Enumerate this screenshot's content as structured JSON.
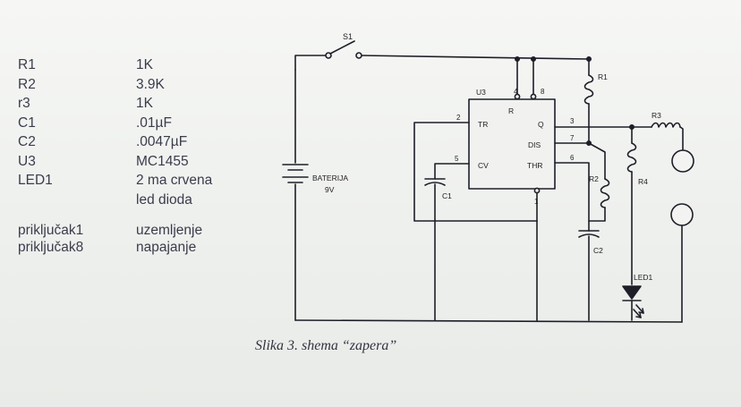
{
  "parts": [
    {
      "ref": "R1",
      "value": "1K"
    },
    {
      "ref": "R2",
      "value": "3.9K"
    },
    {
      "ref": "r3",
      "value": "1K"
    },
    {
      "ref": "C1",
      "value": ".01µF"
    },
    {
      "ref": "C2",
      "value": ".0047µF"
    },
    {
      "ref": "U3",
      "value": "MC1455"
    },
    {
      "ref": "LED1",
      "value": "2 ma crvena"
    },
    {
      "ref": "",
      "value": "led dioda"
    }
  ],
  "pins": [
    {
      "ref": "priključak1",
      "value": "uzemljenje"
    },
    {
      "ref": "priključak8",
      "value": "napajanje"
    }
  ],
  "schematic": {
    "switch_label": "S1",
    "battery_label": "BATERIJA",
    "battery_voltage": "9V",
    "ic_label": "U3",
    "ic_pins": {
      "tr": "TR",
      "r": "R",
      "q": "Q",
      "dis": "DIS",
      "cv": "CV",
      "thr": "THR"
    },
    "pin_numbers": {
      "p1": "1",
      "p2": "2",
      "p3": "3",
      "p4": "4",
      "p5": "5",
      "p6": "6",
      "p7": "7",
      "p8": "8"
    },
    "r1_label": "R1",
    "r2_label": "R2",
    "r3_label": "R3",
    "r4_label": "R4",
    "c1_label": "C1",
    "c2_label": "C2",
    "led_label": "LED1"
  },
  "caption": "Slika 3. shema “zapera”"
}
